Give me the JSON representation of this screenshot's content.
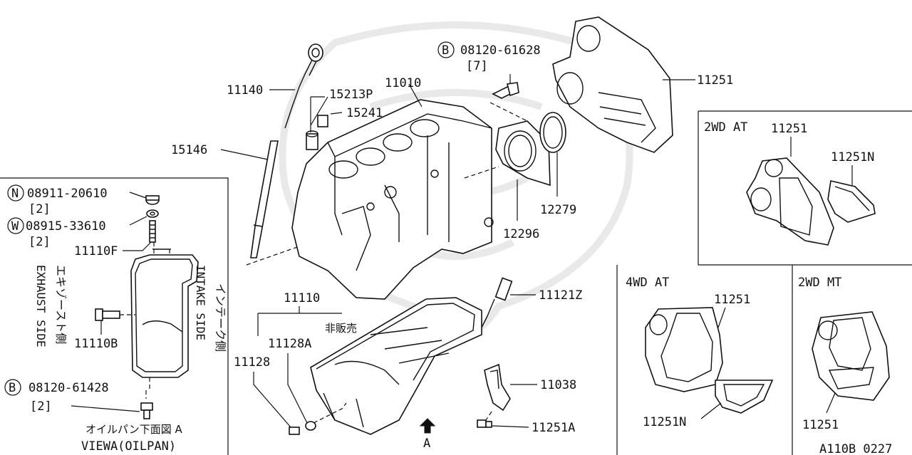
{
  "labels": {
    "p11140": "11140",
    "p11010": "11010",
    "p15213P": "15213P",
    "p15241": "15241",
    "p15146": "15146",
    "bolt_top_code": "08120-61628",
    "bolt_top_qty": "[7]",
    "p11251_main": "11251",
    "p12279": "12279",
    "p12296": "12296",
    "nut_code": "08911-20610",
    "nut_qty": "[2]",
    "washer_code": "08915-33610",
    "washer_qty": "[2]",
    "p11110F": "11110F",
    "p11110B": "11110B",
    "bolt_bottom_code": "08120-61428",
    "bolt_bottom_qty": "[2]",
    "p11110": "11110",
    "p11121Z": "11121Z",
    "not_for_sale": "非販売",
    "p11128A": "11128A",
    "p11128": "11128",
    "p11038": "11038",
    "p11251A": "11251A",
    "view_arrow": "A",
    "oilpan_view_jp": "オイルパン下面図 A",
    "oilpan_view_en": "VIEWA(OILPAN)",
    "exhaust_jp": "エキゾースト側",
    "exhaust_en": "EXHAUST SIDE",
    "intake_jp": "インテーク側",
    "intake_en": "INTAKE SIDE",
    "panel_2wdat_title": "2WD AT",
    "panel_2wdat_p1": "11251",
    "panel_2wdat_p2": "11251N",
    "panel_4wdat_title": "4WD AT",
    "panel_4wdat_p1": "11251",
    "panel_4wdat_p2": "11251N",
    "panel_2wdmt_title": "2WD MT",
    "panel_2wdmt_p1": "11251",
    "diagram_code": "A110B 0227"
  },
  "symbols": {
    "bolt_marker": "B",
    "nut_marker": "N",
    "washer_marker": "W"
  },
  "icons": {
    "view_arrow": "up-arrow-icon"
  }
}
